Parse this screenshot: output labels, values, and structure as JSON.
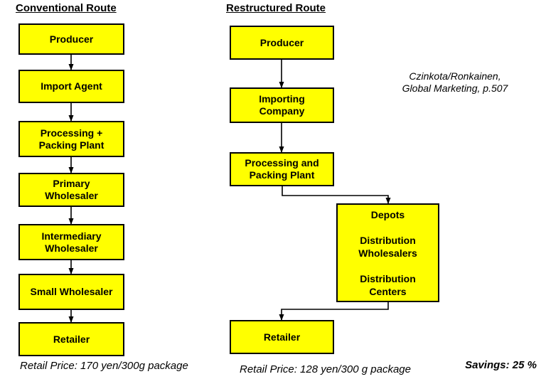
{
  "colors": {
    "background": "#ffffff",
    "box_fill": "#ffff00",
    "box_border": "#000000",
    "text": "#000000",
    "arrow": "#000000"
  },
  "conventional": {
    "title": "Conventional Route",
    "nodes": [
      {
        "lines": [
          "Producer"
        ]
      },
      {
        "lines": [
          "Import Agent"
        ]
      },
      {
        "lines": [
          "Processing +",
          "Packing Plant"
        ]
      },
      {
        "lines": [
          "Primary",
          "Wholesaler"
        ]
      },
      {
        "lines": [
          "Intermediary",
          "Wholesaler"
        ]
      },
      {
        "lines": [
          "Small Wholesaler"
        ]
      },
      {
        "lines": [
          "Retailer"
        ]
      }
    ],
    "retail_price": "Retail Price: 170 yen/300g package"
  },
  "restructured": {
    "title": "Restructured Route",
    "nodes": [
      {
        "lines": [
          "Producer"
        ]
      },
      {
        "lines": [
          "Importing",
          "Company"
        ]
      },
      {
        "lines": [
          "Processing and",
          "Packing Plant"
        ]
      },
      {
        "lines": [
          "Depots",
          "",
          "Distribution",
          "Wholesalers",
          "",
          "Distribution",
          "Centers"
        ]
      },
      {
        "lines": [
          "Retailer"
        ]
      }
    ],
    "retail_price": "Retail Price: 128 yen/300 g package"
  },
  "citation": {
    "line1": "Czinkota/Ronkainen,",
    "line2": "Global Marketing, p.507"
  },
  "savings": "Savings: 25 %"
}
